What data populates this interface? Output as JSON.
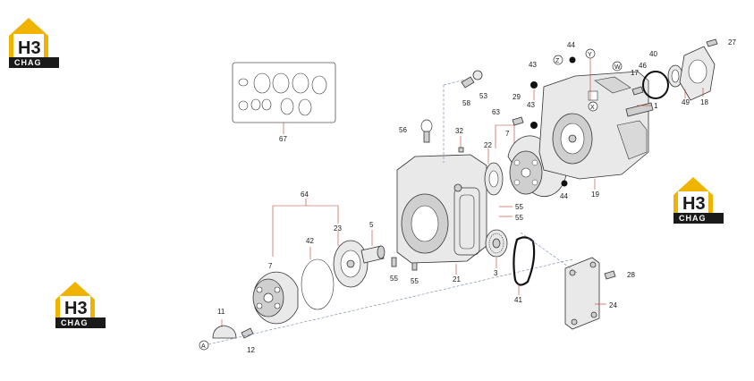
{
  "brand": {
    "letters": "H3",
    "word": "CHAG",
    "colors": {
      "accent": "#f0b400",
      "dark": "#1a1a1a",
      "lead_line": "#c0392b",
      "axis_line": "#6d7fa8"
    }
  },
  "callouts": {
    "c1": "1",
    "c3": "3",
    "c5": "5",
    "c7a": "7",
    "c7b": "7",
    "c11": "11",
    "c12": "12",
    "c17": "17",
    "c18": "18",
    "c19": "19",
    "c21": "21",
    "c22": "22",
    "c23": "23",
    "c24": "24",
    "c27": "27",
    "c28": "28",
    "c29": "29",
    "c32": "32",
    "c40": "40",
    "c41": "41",
    "c42": "42",
    "c43a": "43",
    "c43b": "43",
    "c44a": "44",
    "c44b": "44",
    "c46": "46",
    "c49": "49",
    "c53": "53",
    "c55a": "55",
    "c55b": "55",
    "c55c": "55",
    "c55d": "55",
    "c56": "56",
    "c58": "58",
    "c63": "63",
    "c64": "64",
    "c67": "67"
  },
  "markers": {
    "a": "A",
    "w": "W",
    "x": "X",
    "y": "Y",
    "z": "Z"
  }
}
